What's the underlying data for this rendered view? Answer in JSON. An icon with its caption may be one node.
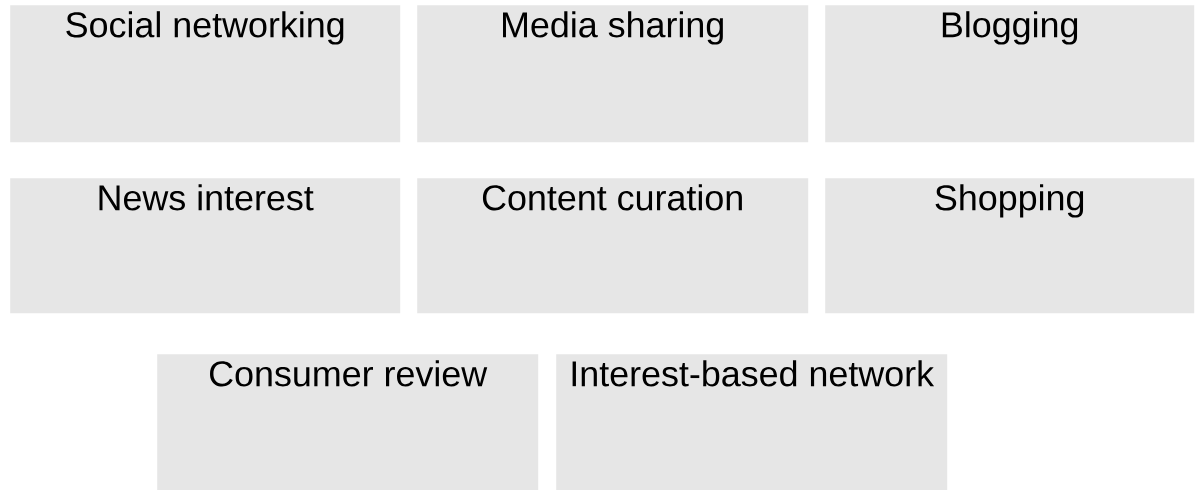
{
  "diagram": {
    "nodes": [
      {
        "text": [
          "Social networking"
        ]
      },
      {
        "text": [
          "Media sharing"
        ]
      },
      {
        "text": [
          "Blogging"
        ]
      },
      {
        "text": [
          "News interest"
        ]
      },
      {
        "text": [
          "Content curation"
        ]
      },
      {
        "text": [
          "Shopping"
        ]
      },
      {
        "text": [
          "Consumer review"
        ]
      },
      {
        "text": [
          "Interest-based network"
        ]
      }
    ]
  }
}
